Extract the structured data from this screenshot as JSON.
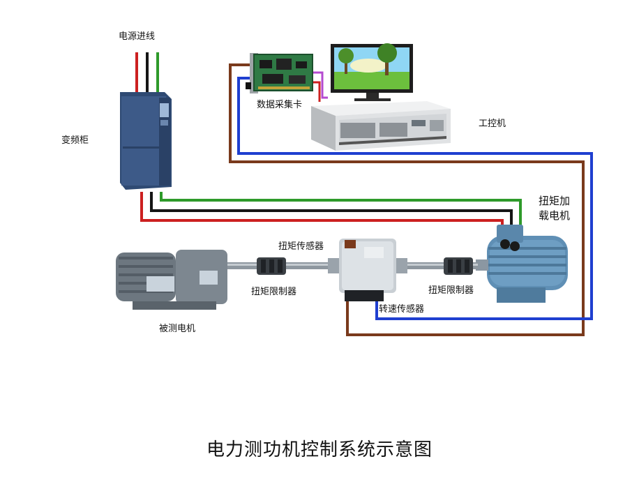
{
  "labels": {
    "power_input": "电源进线",
    "vfd_cabinet": "变频柜",
    "daq_card": "数据采集卡",
    "industrial_pc": "工控机",
    "load_motor_line1": "扭矩加",
    "load_motor_line2": "载电机",
    "torque_sensor": "扭矩传感器",
    "torque_limiter_left": "扭矩限制器",
    "torque_limiter_right": "扭矩限制器",
    "speed_sensor": "转速传感器",
    "motor_under_test": "被测电机"
  },
  "caption": "电力测功机控制系统示意图",
  "colors": {
    "power_red": "#cc2020",
    "power_black": "#151515",
    "power_green": "#2e9a2a",
    "signal_brown": "#7a3a1c",
    "signal_blue": "#1f3fd0",
    "signal_purple": "#b44ad0",
    "cabinet": "#3d5a88",
    "motor_blue": "#5f8fb5",
    "motor_gray": "#6d7780",
    "sky": "#8fd6f4",
    "pc_case": "#e0e2e4"
  },
  "icons": [
    "vfd-cabinet-icon",
    "daq-card-icon",
    "monitor-icon",
    "industrial-pc-icon",
    "load-motor-icon",
    "torque-sensor-icon",
    "coupling-icon",
    "test-motor-icon"
  ]
}
